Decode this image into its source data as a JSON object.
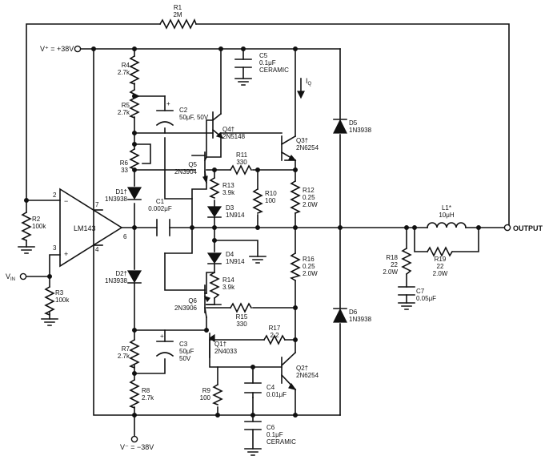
{
  "supply": {
    "vplus": "V⁺ = +38V",
    "vminus": "V⁻ = −38V"
  },
  "terminals": {
    "vin": "V",
    "vin_sub": "IN",
    "output": "OUTPUT"
  },
  "opamp": {
    "name": "LM143",
    "pin2": "2",
    "pin3": "3",
    "pin4": "4",
    "pin6": "6",
    "pin7": "7",
    "minus": "−",
    "plus": "+"
  },
  "quiescent_current": {
    "label": "I",
    "sub": "Q"
  },
  "dagger_note": "†",
  "components": [
    {
      "id": "R1",
      "lines": [
        "R1",
        "2M"
      ]
    },
    {
      "id": "R2",
      "lines": [
        "R2",
        "100k"
      ]
    },
    {
      "id": "R3",
      "lines": [
        "R3",
        "100k"
      ]
    },
    {
      "id": "R4",
      "lines": [
        "R4",
        "2.7k"
      ]
    },
    {
      "id": "R5",
      "lines": [
        "R5",
        "2.7k"
      ]
    },
    {
      "id": "R6",
      "lines": [
        "R6",
        "33"
      ]
    },
    {
      "id": "R7",
      "lines": [
        "R7",
        "2.7k"
      ]
    },
    {
      "id": "R8",
      "lines": [
        "R8",
        "2.7k"
      ]
    },
    {
      "id": "R9",
      "lines": [
        "R9",
        "100"
      ]
    },
    {
      "id": "R10",
      "lines": [
        "R10",
        "100"
      ]
    },
    {
      "id": "R11",
      "lines": [
        "R11",
        "330"
      ]
    },
    {
      "id": "R12",
      "lines": [
        "R12",
        "0.25",
        "2.0W"
      ]
    },
    {
      "id": "R13",
      "lines": [
        "R13",
        "3.9k"
      ]
    },
    {
      "id": "R14",
      "lines": [
        "R14",
        "3.9k"
      ]
    },
    {
      "id": "R15",
      "lines": [
        "R15",
        "330"
      ]
    },
    {
      "id": "R16",
      "lines": [
        "R16",
        "0.25",
        "2.0W"
      ]
    },
    {
      "id": "R17",
      "lines": [
        "R17",
        "2.2"
      ]
    },
    {
      "id": "R18",
      "lines": [
        "R18",
        "22",
        "2.0W"
      ]
    },
    {
      "id": "R19",
      "lines": [
        "R19",
        "22",
        "2.0W"
      ]
    },
    {
      "id": "C1",
      "lines": [
        "C1",
        "0.002μF"
      ]
    },
    {
      "id": "C2",
      "lines": [
        "C2",
        "50μF, 50V"
      ]
    },
    {
      "id": "C3",
      "lines": [
        "C3",
        "50μF",
        "50V"
      ]
    },
    {
      "id": "C4",
      "lines": [
        "C4",
        "0.01μF"
      ]
    },
    {
      "id": "C5",
      "lines": [
        "C5",
        "0.1μF",
        "CERAMIC"
      ]
    },
    {
      "id": "C6",
      "lines": [
        "C6",
        "0.1μF",
        "CERAMIC"
      ]
    },
    {
      "id": "C7",
      "lines": [
        "C7",
        "0.05μF"
      ]
    },
    {
      "id": "L1",
      "lines": [
        "L1*",
        "10μH"
      ]
    },
    {
      "id": "D1",
      "lines": [
        "D1†",
        "1N3938"
      ]
    },
    {
      "id": "D2",
      "lines": [
        "D2†",
        "1N3938"
      ]
    },
    {
      "id": "D3",
      "lines": [
        "D3",
        "1N914"
      ]
    },
    {
      "id": "D4",
      "lines": [
        "D4",
        "1N914"
      ]
    },
    {
      "id": "D5",
      "lines": [
        "D5",
        "1N3938"
      ]
    },
    {
      "id": "D6",
      "lines": [
        "D6",
        "1N3938"
      ]
    },
    {
      "id": "Q1",
      "lines": [
        "Q1†",
        "2N4033"
      ]
    },
    {
      "id": "Q2",
      "lines": [
        "Q2†",
        "2N6254"
      ]
    },
    {
      "id": "Q3",
      "lines": [
        "Q3†",
        "2N6254"
      ]
    },
    {
      "id": "Q4",
      "lines": [
        "Q4†",
        "2N5148"
      ]
    },
    {
      "id": "Q5",
      "lines": [
        "Q5",
        "2N3904"
      ]
    },
    {
      "id": "Q6",
      "lines": [
        "Q6",
        "2N3906"
      ]
    }
  ]
}
